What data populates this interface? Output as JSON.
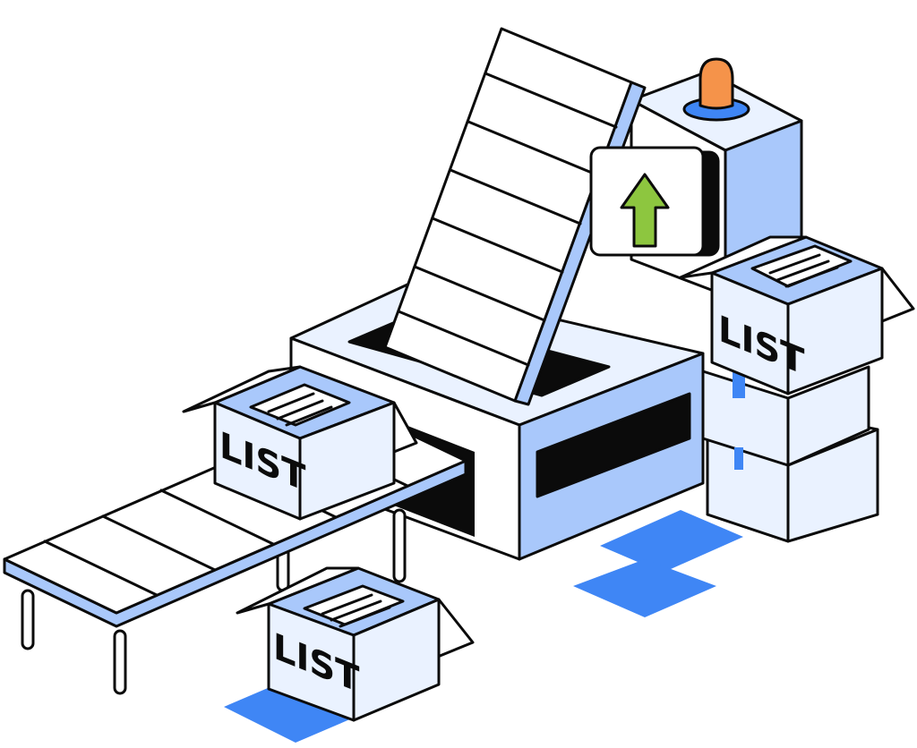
{
  "illustration": {
    "boxes": [
      {
        "label": "LIST"
      },
      {
        "label": "LIST"
      },
      {
        "label": "LIST"
      }
    ],
    "colors": {
      "accent_blue": "#3f86f5",
      "light_blue": "#a9c8fb",
      "pale_blue": "#eaf2ff",
      "siren_orange": "#f5934a",
      "arrow_green": "#8dc63f",
      "outline": "#0b0b0b"
    }
  }
}
